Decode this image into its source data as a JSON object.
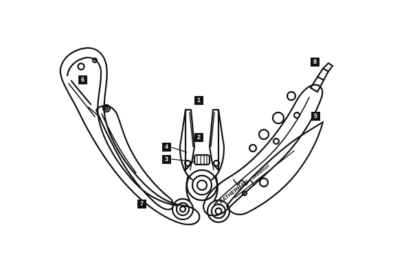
{
  "colors": {
    "line": "#111111",
    "background": "#ffffff",
    "callout_bg": "#111111",
    "callout_text": "#ffffff"
  },
  "brand": {
    "name": "LEATHERMAN",
    "model": "Skeletool"
  },
  "callouts": [
    {
      "id": "1",
      "label": "1"
    },
    {
      "id": "2",
      "label": "2"
    },
    {
      "id": "3",
      "label": "3"
    },
    {
      "id": "4",
      "label": "4"
    },
    {
      "id": "5",
      "label": "5"
    },
    {
      "id": "6",
      "label": "6"
    },
    {
      "id": "7",
      "label": "7"
    },
    {
      "id": "8",
      "label": "8"
    }
  ]
}
